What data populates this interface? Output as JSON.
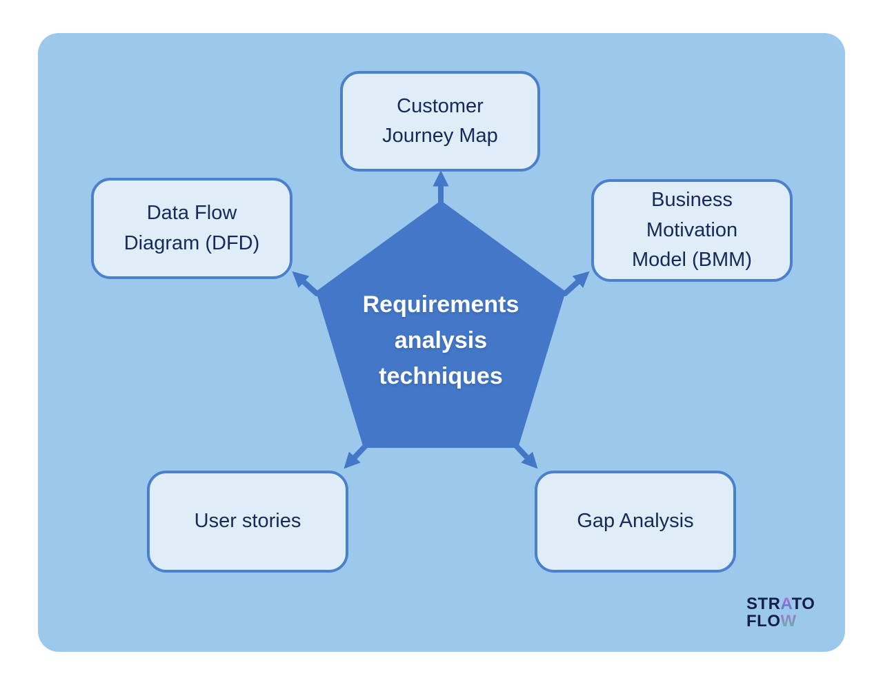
{
  "pentagon": {
    "label": "Requirements\nanalysis\ntechniques"
  },
  "nodes": {
    "customer_journey_map": {
      "label": "Customer\nJourney Map"
    },
    "business_motivation_model": {
      "label": "Business\nMotivation\nModel (BMM)"
    },
    "gap_analysis": {
      "label": "Gap Analysis"
    },
    "user_stories": {
      "label": "User stories"
    },
    "data_flow_diagram": {
      "label": "Data Flow\nDiagram (DFD)"
    }
  },
  "logo": {
    "line1_pre": "STR",
    "line1_accent": "A",
    "line1_post": "TO",
    "line2_pre": "FLO",
    "line2_accent": "W"
  },
  "colors": {
    "canvas_bg": "#9BC8EB",
    "node_bg": "#DEEDF8",
    "node_border": "#4A80CC",
    "pentagon": "#4377C7",
    "pentagon_text": "#FFFFFF",
    "text_navy": "#16295B",
    "logo_navy": "#141F49",
    "logo_gradient_a_top": "#D869CA",
    "logo_gradient_a_bottom": "#4F86D6",
    "logo_gradient_w_top": "#B666C9",
    "logo_gradient_w_bottom": "#52C1A5"
  }
}
